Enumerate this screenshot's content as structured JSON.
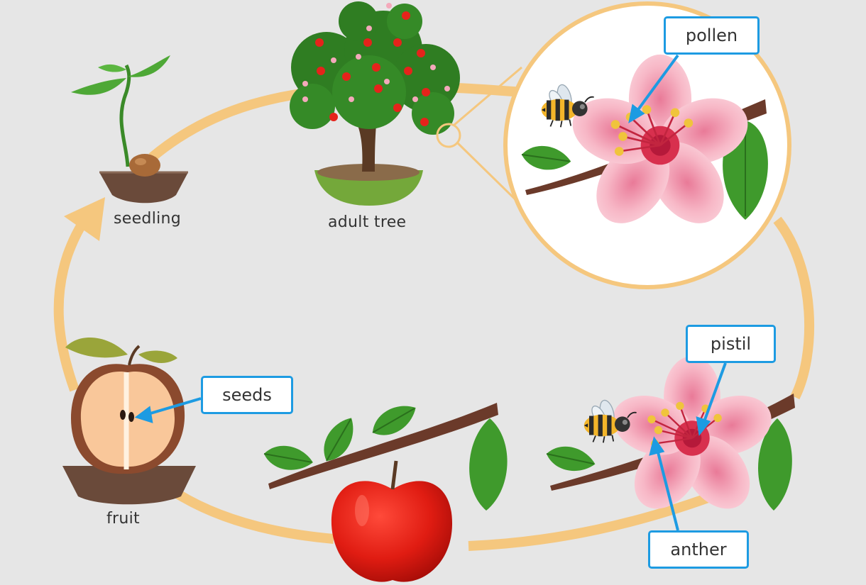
{
  "colors": {
    "background": "#e6e6e6",
    "cycle_arrow": "#f5c77e",
    "callout_border": "#1d9be2",
    "pointer": "#1d9be2"
  },
  "stages": {
    "seedling": "seedling",
    "adult_tree": "adult tree",
    "fruit": "fruit"
  },
  "callouts": {
    "pollen": "pollen",
    "seeds": "seeds",
    "pistil": "pistil",
    "anther": "anther"
  },
  "icons": [
    "seedling-icon",
    "apple-tree-icon",
    "magnifier-circle",
    "bee-icon",
    "flower-icon",
    "apple-icon",
    "apple-half-icon"
  ]
}
